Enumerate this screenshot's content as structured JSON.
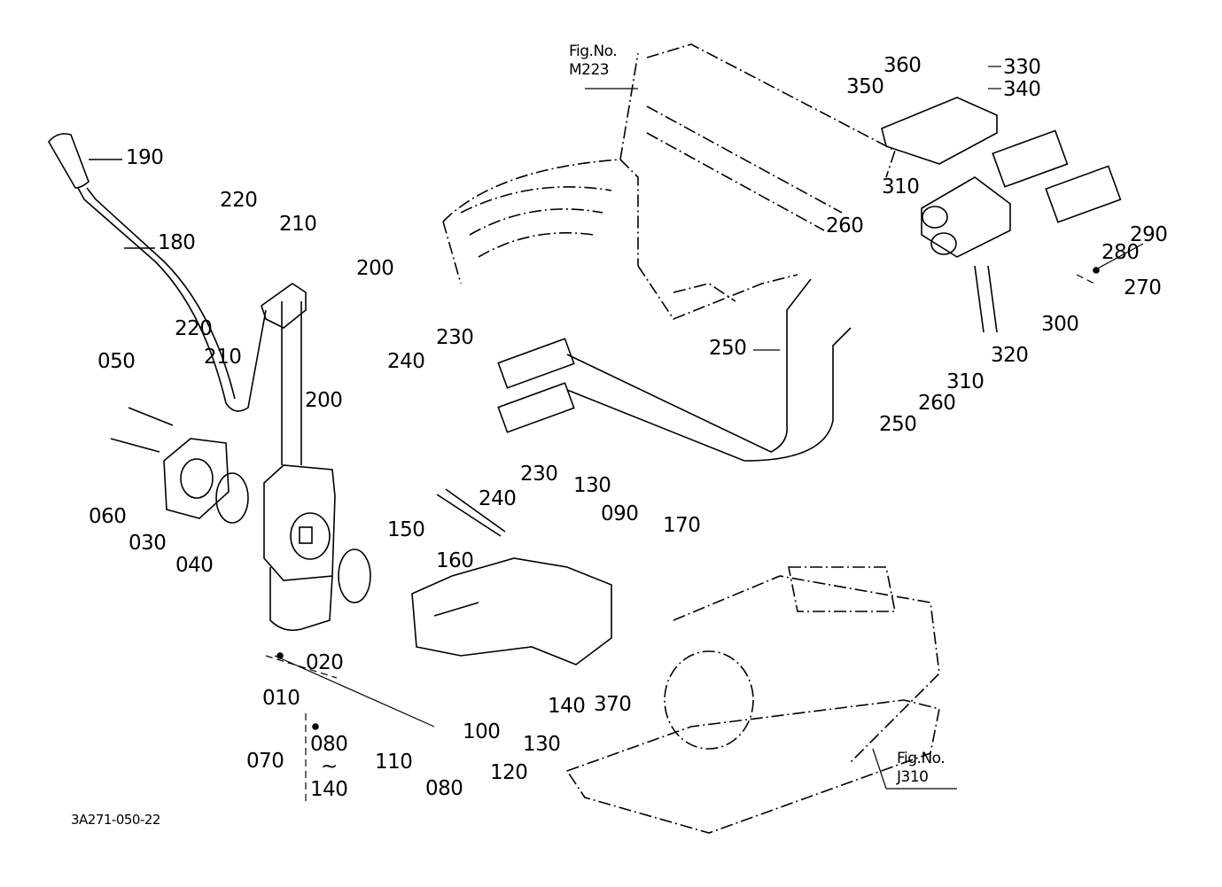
{
  "diagram": {
    "title_code": "3A271-050-22",
    "references": [
      {
        "line1": "Fig.No.",
        "line2": "M223"
      },
      {
        "line1": "Fig.No.",
        "line2": "J310"
      }
    ],
    "callouts": {
      "p190": "190",
      "p180": "180",
      "p220a": "220",
      "p220b": "220",
      "p210a": "210",
      "p210b": "210",
      "p200a": "200",
      "p200b": "200",
      "p050": "050",
      "p060": "060",
      "p030": "030",
      "p040": "040",
      "p020": "020",
      "p010": "010",
      "p070": "070",
      "p080range": "080",
      "p140range": "140",
      "tilde": "~",
      "p240a": "240",
      "p240b": "240",
      "p230a": "230",
      "p230b": "230",
      "p150": "150",
      "p160": "160",
      "p130a": "130",
      "p130b": "130",
      "p090": "090",
      "p170": "170",
      "p110": "110",
      "p080": "080",
      "p100": "100",
      "p120": "120",
      "p140": "140",
      "p370": "370",
      "p250a": "250",
      "p250b": "250",
      "p260a": "260",
      "p260b": "260",
      "p310a": "310",
      "p310b": "310",
      "p320": "320",
      "p300": "300",
      "p350": "350",
      "p360": "360",
      "p330": "330",
      "p340": "340",
      "p290": "290",
      "p280": "280",
      "p270": "270"
    }
  }
}
